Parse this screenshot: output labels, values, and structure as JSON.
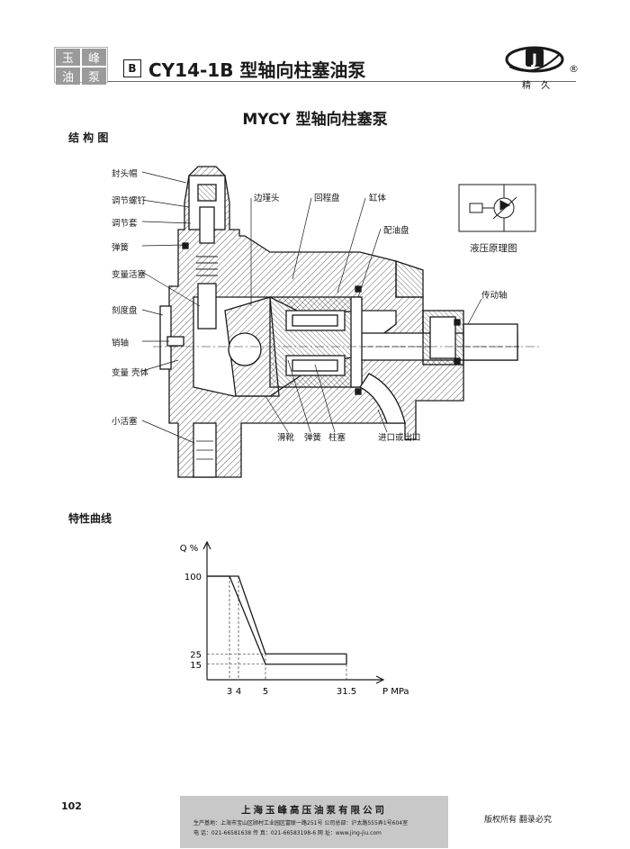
{
  "header": {
    "logo_chars": [
      "玉",
      "峰",
      "油",
      "泵"
    ],
    "section_letter": "B",
    "series_title": "CY14-1B 型轴向柱塞油泵",
    "brand_mark": "J",
    "registered_symbol": "®",
    "brand_name": "精 久"
  },
  "page_title": "MYCY 型轴向柱塞泵",
  "structure": {
    "heading": "结 构 图",
    "callouts_left": [
      "封头帽",
      "调节螺钉",
      "调节套",
      "弹簧",
      "变量活塞",
      "刻度盘",
      "销轴",
      "变量 壳体",
      "小活塞"
    ],
    "callouts_top": [
      "边瑾头",
      "回程盘",
      "缸体",
      "配油盘"
    ],
    "callouts_right": [
      "传动轴"
    ],
    "callouts_bottom": [
      "滑靴",
      "弹簧",
      "柱塞",
      "进口或出口"
    ],
    "hydraulic_schematic_label": "液压原理图"
  },
  "characteristic": {
    "heading": "特性曲线"
  },
  "chart_data": {
    "type": "line",
    "title": "",
    "xlabel": "P MPa",
    "ylabel": "Q %",
    "x_ticks": [
      "3",
      "4",
      "5",
      "31.5"
    ],
    "y_ticks": [
      "100",
      "25",
      "15"
    ],
    "series": [
      {
        "x": [
          0,
          3,
          5,
          31.5
        ],
        "y": [
          100,
          100,
          15,
          15
        ]
      },
      {
        "x": [
          0,
          4,
          5,
          31.5
        ],
        "y": [
          100,
          100,
          25,
          25
        ]
      }
    ]
  },
  "footer": {
    "company": "上海玉峰高压油泵有限公司",
    "line1": "生产基地：上海市宝山区顾村工业园区富联一路251号    公司总部：沪太路555弄1号604室",
    "line2": "电    话：021-66581638        传   真：021-66583198-6      网    址：www.jing-jiu.com",
    "page_number": "102",
    "copyright": "版权所有    翻录必究"
  }
}
